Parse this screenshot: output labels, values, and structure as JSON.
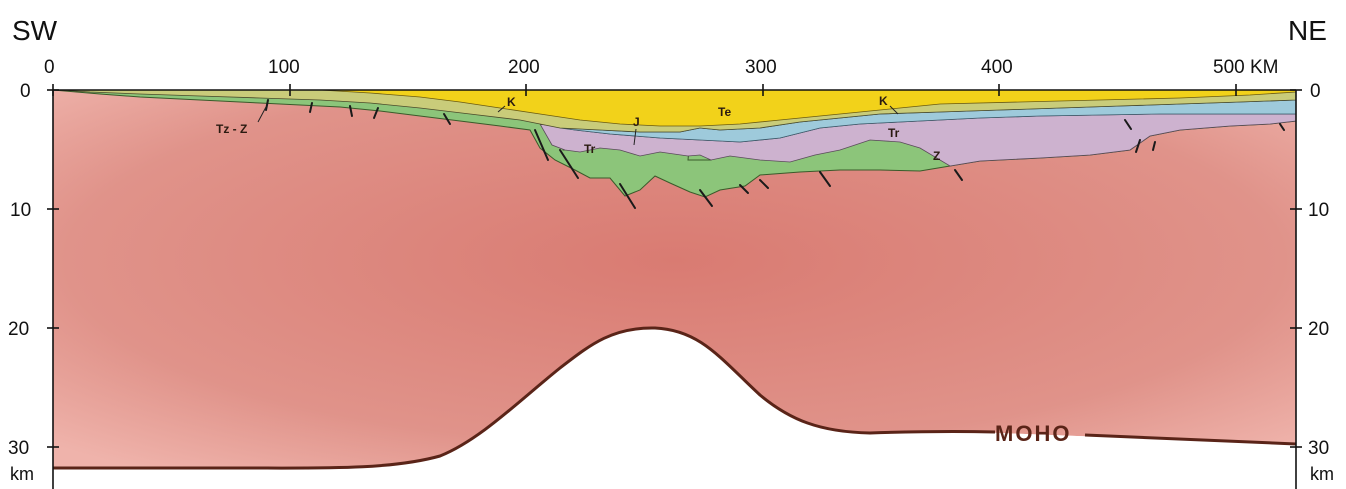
{
  "orientation": {
    "left": "SW",
    "right": "NE"
  },
  "top_axis": {
    "ticks": [
      "0",
      "100",
      "200",
      "300",
      "400",
      "500 KM"
    ]
  },
  "left_axis": {
    "ticks": [
      "0",
      "10",
      "20",
      "30"
    ],
    "unit": "km"
  },
  "right_axis": {
    "ticks": [
      "0",
      "10",
      "20",
      "30"
    ],
    "unit": "km"
  },
  "unit_labels": {
    "tz_z": "Tz - Z",
    "k_left": "K",
    "k_right": "K",
    "te": "Te",
    "j": "J",
    "tr_left": "Tr",
    "tr_right": "Tr",
    "z": "Z"
  },
  "moho_label": "MOHO",
  "colors": {
    "crust": "#dc8a80",
    "crust_light": "#eea9a2",
    "tertiary": "#f2d21a",
    "zechstein": "#8cc57a",
    "triassic": "#cdb2cf",
    "jurassic": "#9ecadb",
    "cretaceous": "#c9cc7a",
    "mantle": "#ffffff",
    "moho_line": "#5a2418"
  }
}
